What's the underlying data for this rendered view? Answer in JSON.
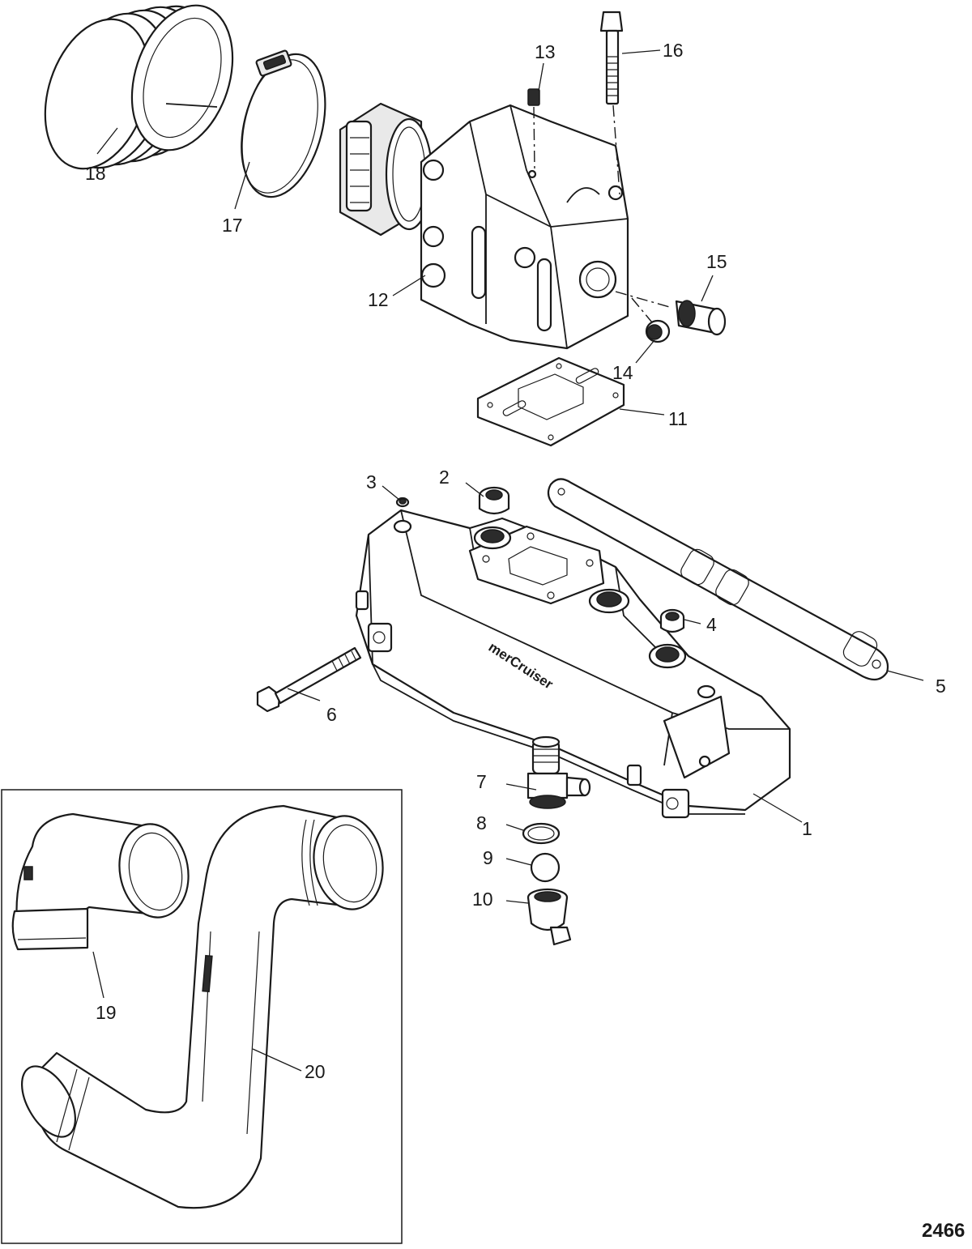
{
  "figure_id": "2466",
  "callouts": [
    {
      "id": "1",
      "label": "1"
    },
    {
      "id": "2",
      "label": "2"
    },
    {
      "id": "3",
      "label": "3"
    },
    {
      "id": "4",
      "label": "4"
    },
    {
      "id": "5",
      "label": "5"
    },
    {
      "id": "6",
      "label": "6"
    },
    {
      "id": "7",
      "label": "7"
    },
    {
      "id": "8",
      "label": "8"
    },
    {
      "id": "9",
      "label": "9"
    },
    {
      "id": "10",
      "label": "10"
    },
    {
      "id": "11",
      "label": "11"
    },
    {
      "id": "12",
      "label": "12"
    },
    {
      "id": "13",
      "label": "13"
    },
    {
      "id": "14",
      "label": "14"
    },
    {
      "id": "15",
      "label": "15"
    },
    {
      "id": "16",
      "label": "16"
    },
    {
      "id": "17",
      "label": "17"
    },
    {
      "id": "18",
      "label": "18"
    },
    {
      "id": "19",
      "label": "19"
    },
    {
      "id": "20",
      "label": "20"
    }
  ],
  "manifold_brand_text": "merCruiser",
  "colors": {
    "line": "#1a1a1a",
    "background": "#ffffff",
    "fill_light": "#e9e9e9"
  }
}
